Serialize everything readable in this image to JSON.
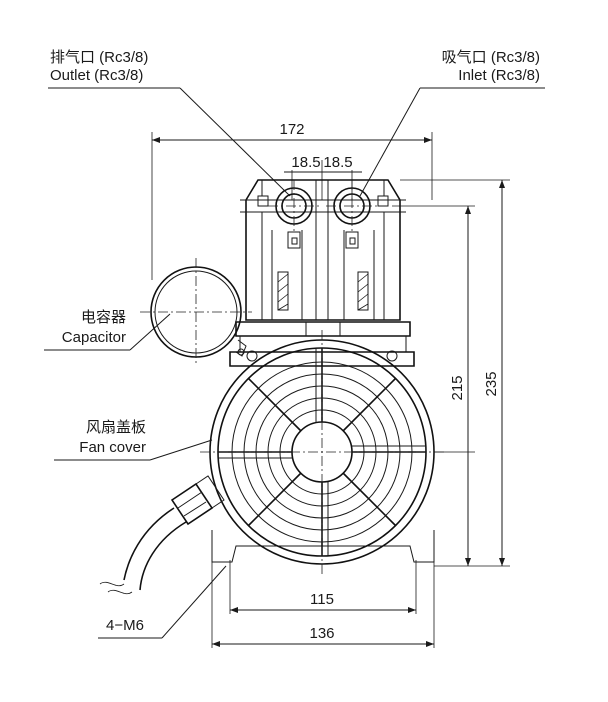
{
  "labels": {
    "outlet_cn": "排气口 (Rc3/8)",
    "outlet_en": "Outlet (Rc3/8)",
    "inlet_cn": "吸气口 (Rc3/8)",
    "inlet_en": "Inlet (Rc3/8)",
    "capacitor_cn": "电容器",
    "capacitor_en": "Capacitor",
    "fan_cn": "风扇盖板",
    "fan_en": "Fan cover",
    "mount": "4−M6"
  },
  "dimensions": {
    "total_width": "172",
    "port_offset_left": "18.5",
    "port_offset_right": "18.5",
    "height_inner": "215",
    "height_total": "235",
    "foot_inner": "115",
    "foot_outer": "136"
  }
}
